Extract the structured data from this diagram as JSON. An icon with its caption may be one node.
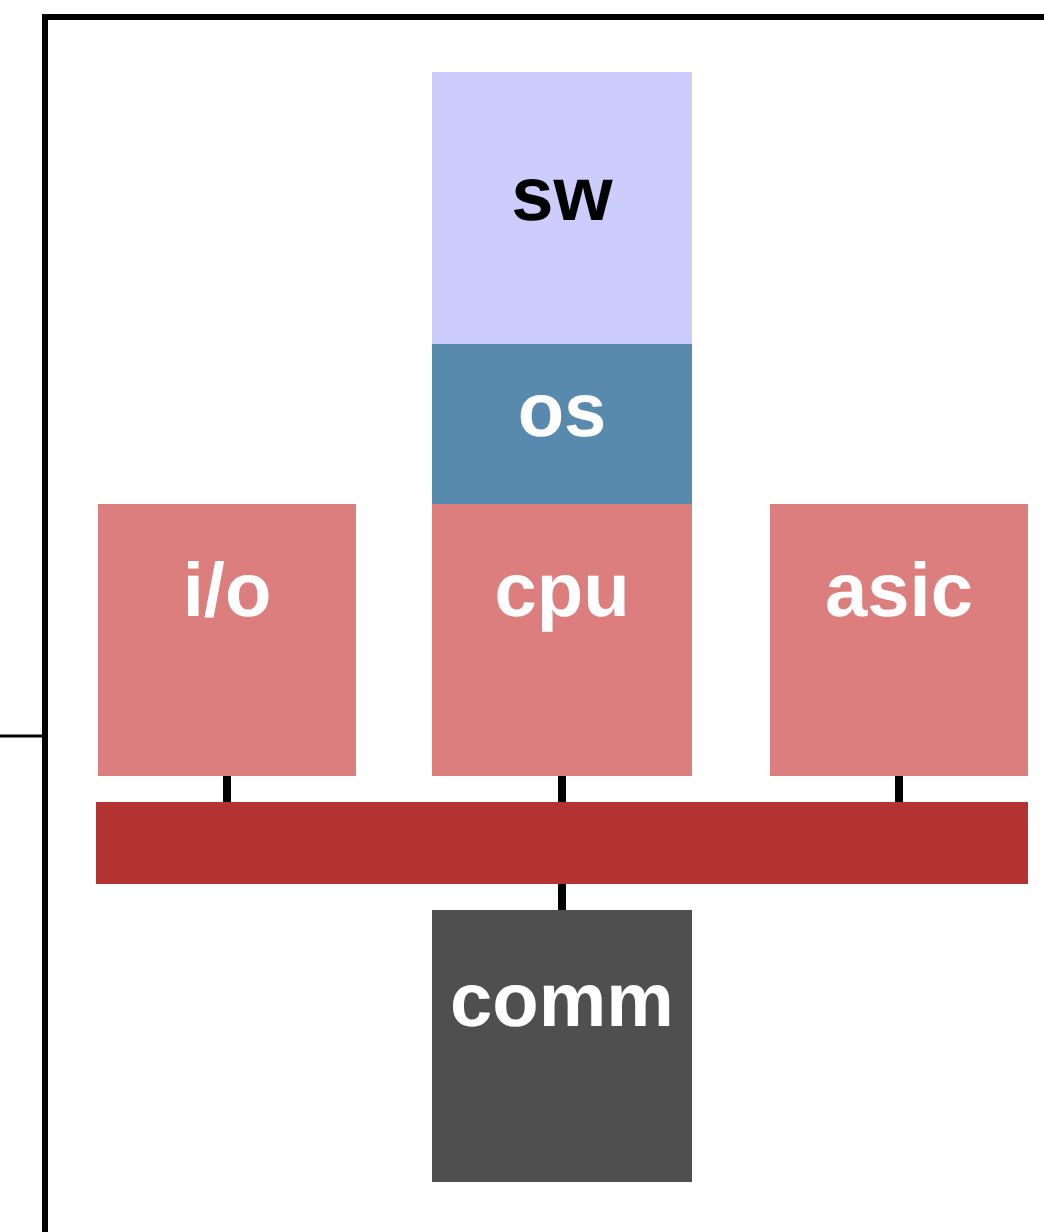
{
  "diagram": {
    "nodes": [
      {
        "text": [],
        "shape": "box"
      },
      {
        "text": [
          "sw"
        ],
        "in": 0
      },
      {
        "text": [
          "os"
        ],
        "in": 0
      },
      {
        "text": [
          "i/o"
        ],
        "in": 0
      },
      {
        "text": [
          "cpu"
        ],
        "in": 0
      },
      {
        "text": [
          "asic"
        ],
        "in": 0
      },
      {
        "text": [],
        "shape": "bar",
        "in": 0
      },
      {
        "text": [
          "comm"
        ],
        "in": 0
      }
    ],
    "edges": [
      {
        "from": null,
        "to": 0,
        "arrow": "none"
      },
      {
        "from": 3,
        "to": 6,
        "arrow": "none"
      },
      {
        "from": 4,
        "to": 6,
        "arrow": "none"
      },
      {
        "from": 5,
        "to": 6,
        "arrow": "none"
      },
      {
        "from": 6,
        "to": 7,
        "arrow": "none"
      }
    ]
  }
}
